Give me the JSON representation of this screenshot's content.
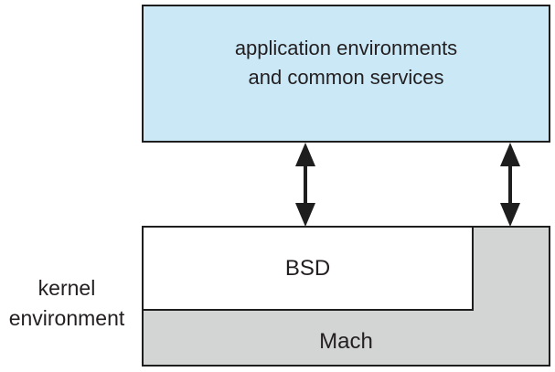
{
  "diagram": {
    "app_box": {
      "line1": "application environments",
      "line2": "and common services"
    },
    "kernel_label": {
      "line1": "kernel",
      "line2": "environment"
    },
    "bsd_label": "BSD",
    "mach_label": "Mach",
    "arrows": {
      "left": "double-headed-vertical-arrow",
      "right": "double-headed-vertical-arrow"
    },
    "colors": {
      "app_box_fill": "#cbe8f7",
      "kernel_box_fill": "#d3d4d4",
      "bsd_box_fill": "#ffffff",
      "border": "#1e1e1e",
      "arrow": "#1e1e1e",
      "text": "#231f20",
      "background": "#ffffff"
    }
  }
}
